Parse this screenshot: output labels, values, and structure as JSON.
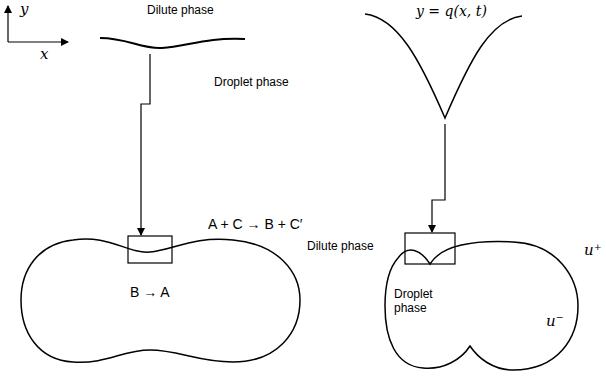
{
  "diagram": {
    "nodes": [
      {
        "text": [
          "B → A"
        ]
      },
      {
        "text": [
          "Droplet phase",
          "u⁻"
        ]
      }
    ],
    "labels": [
      "y",
      "x",
      "Dilute phase",
      "Droplet phase",
      "A + C → B + C′",
      "y = q(x, t)",
      "Dilute phase",
      "u⁺"
    ]
  }
}
